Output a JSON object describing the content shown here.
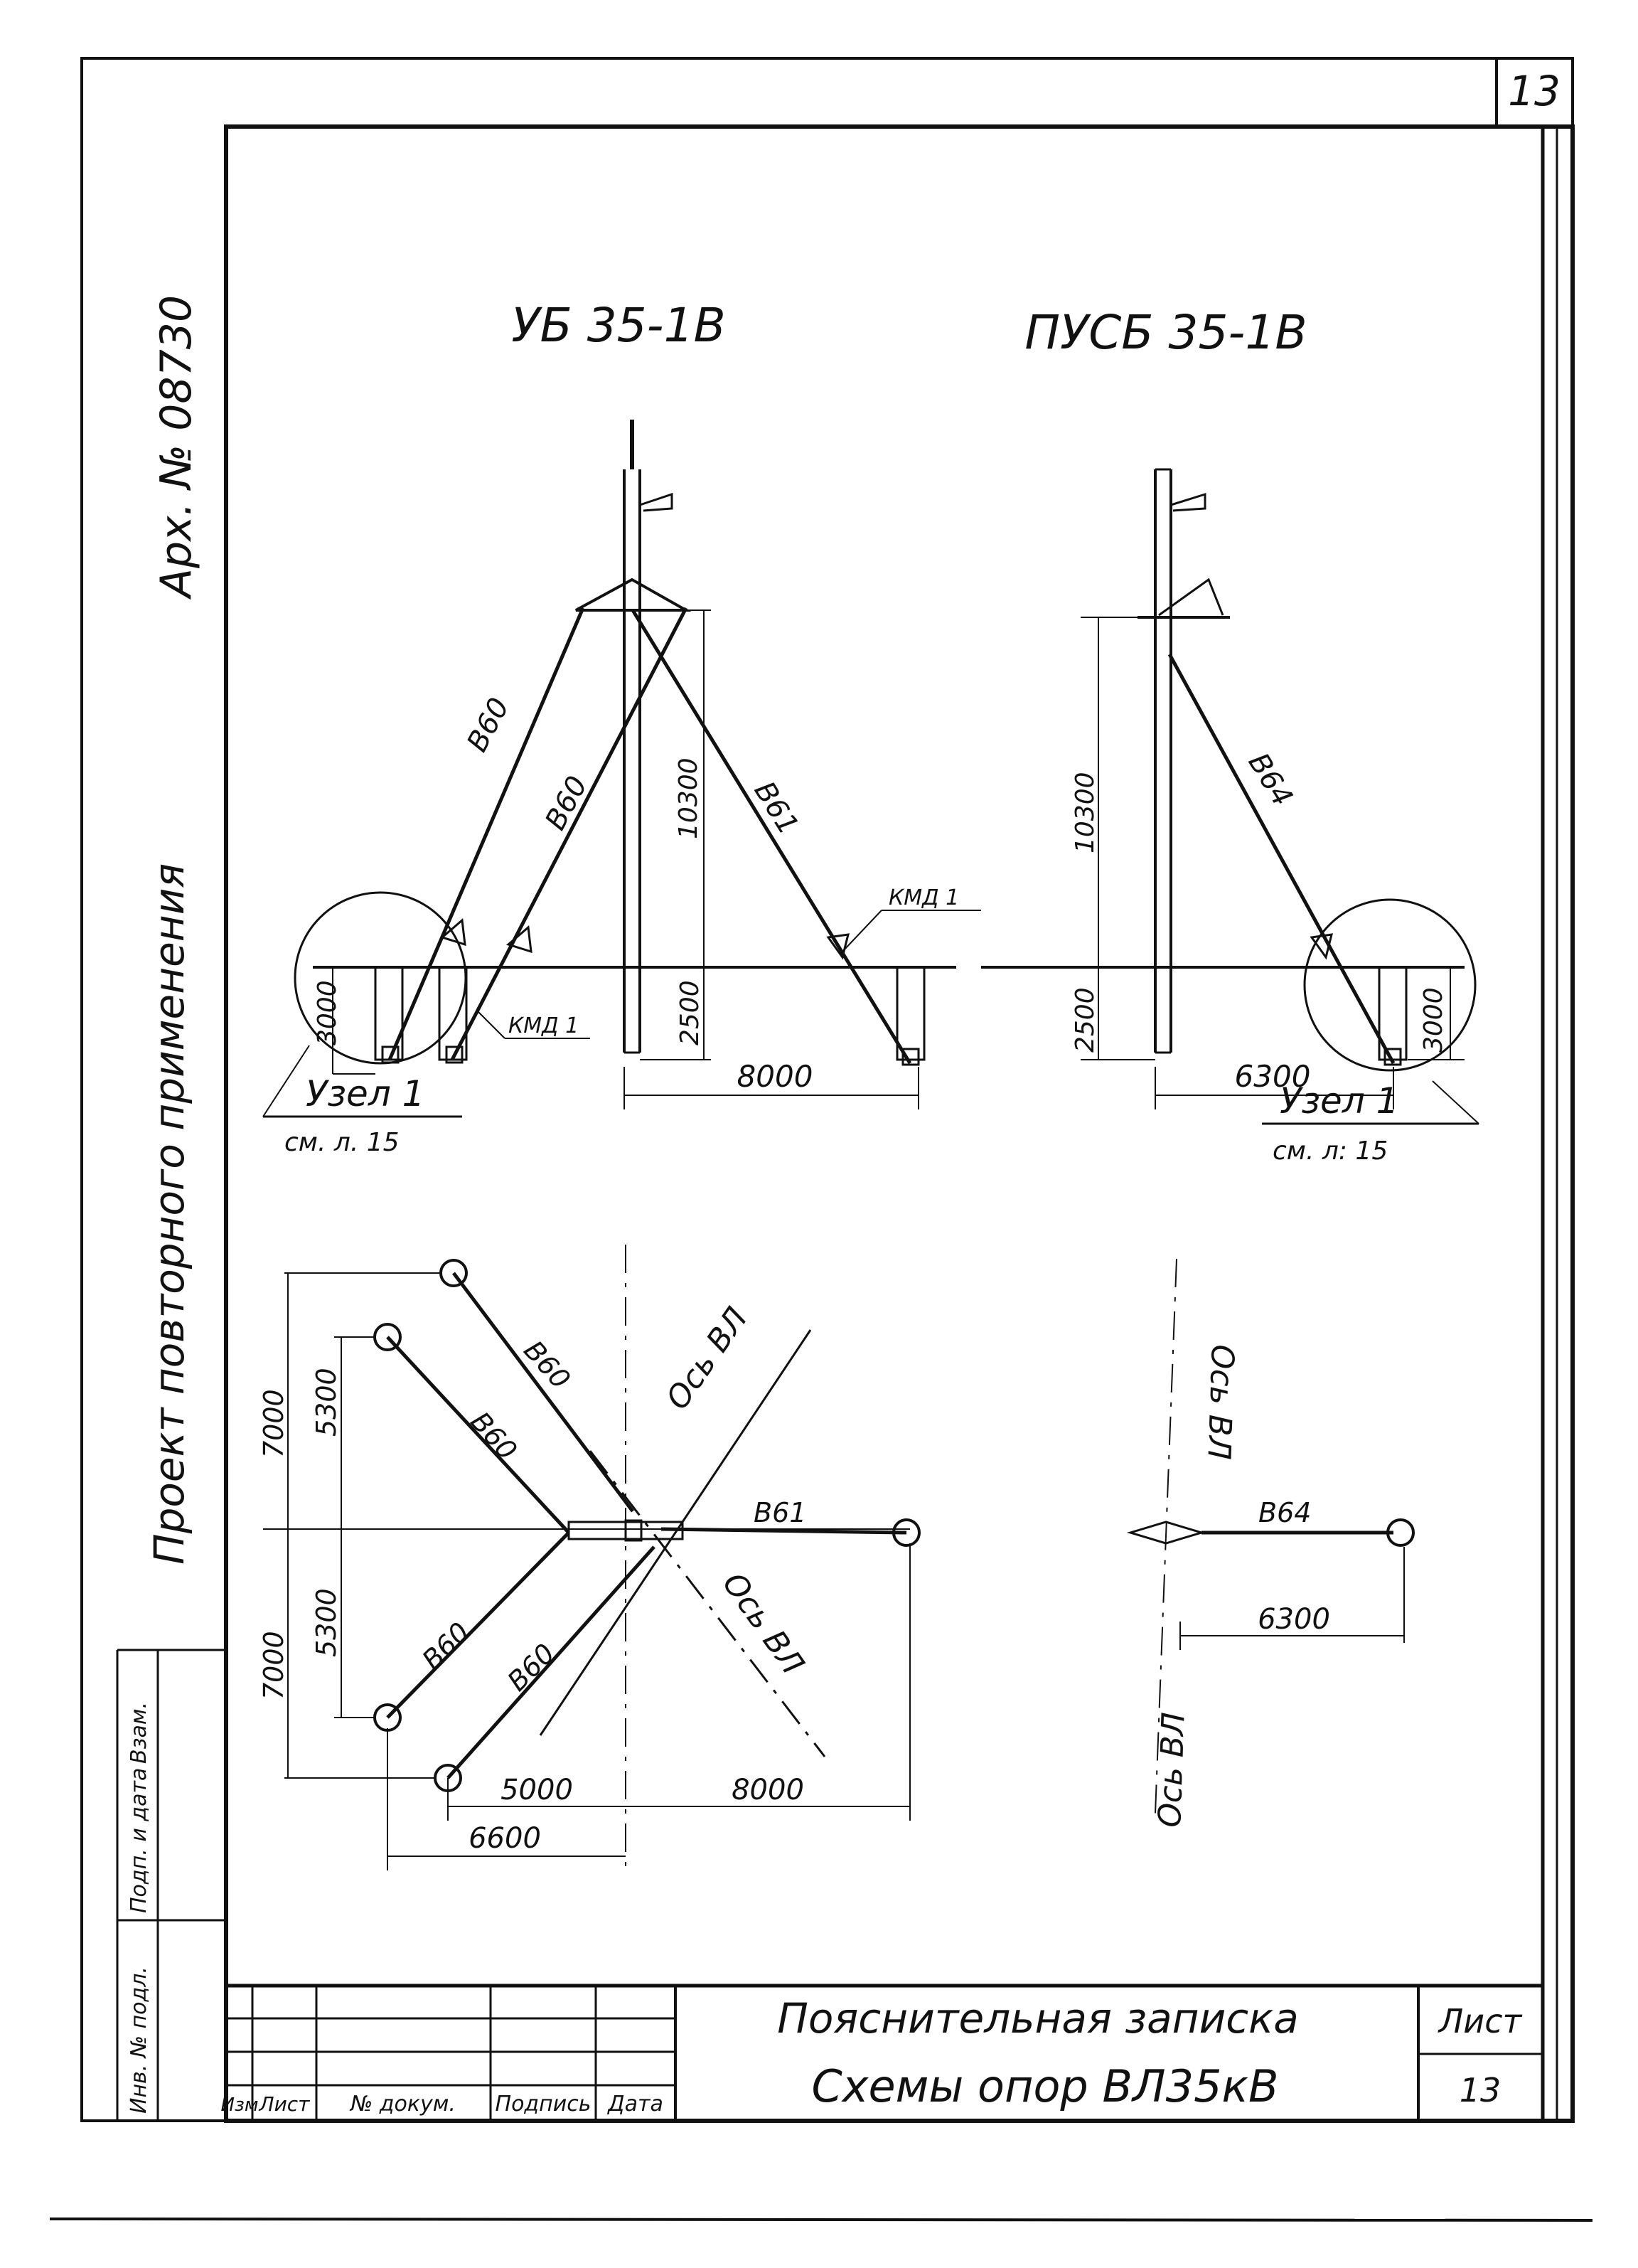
{
  "sheet_corner_number": "13",
  "archive_number": "Арх. № 08730",
  "side_note": "Проект повторного применения",
  "side_stamp_labels": [
    "Инв. № подл.",
    "Подп. и дата",
    "Взам."
  ],
  "left_tower": {
    "title": "УБ 35-1В",
    "braces": [
      "В60",
      "В60",
      "В61"
    ],
    "dims": [
      "10300",
      "2500",
      "3000",
      "8000"
    ],
    "kmd_labels": [
      "КМД 1",
      "КМД 1"
    ],
    "node_label": "Узел 1",
    "node_ref": "см. л. 15"
  },
  "right_tower": {
    "title": "ПУСБ 35-1В",
    "braces": [
      "В64"
    ],
    "dims": [
      "10300",
      "2500",
      "3000",
      "6300"
    ],
    "node_label": "Узел 1",
    "node_ref": "см. л: 15"
  },
  "left_plan": {
    "braces": [
      "В60",
      "В60",
      "В60",
      "В60",
      "В61"
    ],
    "dims": [
      "7000",
      "5300",
      "5300",
      "7000",
      "5000",
      "8000",
      "6600"
    ],
    "axis_labels": [
      "Ось ВЛ",
      "Ось ВЛ"
    ]
  },
  "right_plan": {
    "braces": [
      "В64"
    ],
    "dims": [
      "6300"
    ],
    "axis_labels": [
      "Ось ВЛ",
      "Ось ВЛ"
    ]
  },
  "title_block": {
    "col_labels": [
      "Изм",
      "Лист",
      "№ докум.",
      "Подпись",
      "Дата"
    ],
    "doc_title": "Пояснительная записка",
    "doc_subtitle": "Схемы опор ВЛ35кВ",
    "sheet_label": "Лист",
    "sheet_number": "13"
  }
}
